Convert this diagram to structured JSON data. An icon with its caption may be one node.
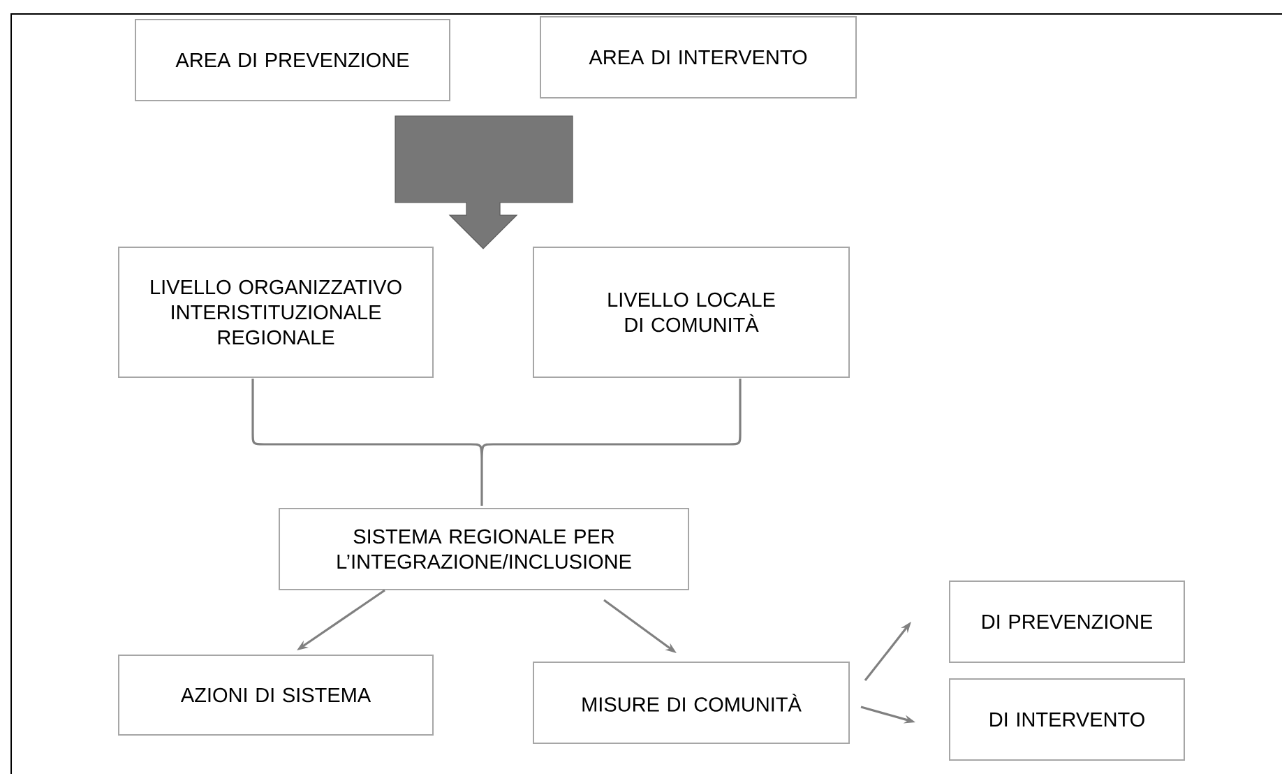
{
  "diagram": {
    "nodes": [
      {
        "text": [
          "AREA DI PREVENZIONE"
        ]
      },
      {
        "text": [
          "AREA DI INTERVENTO"
        ]
      },
      {
        "text": [
          "LIVELLO ORGANIZZATIVO INTERISTITUZIONALE REGIONALE"
        ]
      },
      {
        "text": [
          "LIVELLO LOCALE DI COMUNITÀ"
        ]
      },
      {
        "text": [
          "SISTEMA REGIONALE PER L’INTEGRAZIONE/INCLUSIONE"
        ]
      },
      {
        "text": [
          "AZIONI DI SISTEMA"
        ]
      },
      {
        "text": [
          "MISURE DI COMUNITÀ"
        ]
      },
      {
        "text": [
          "DI PREVENZIONE"
        ]
      },
      {
        "text": [
          "DI INTERVENTO"
        ]
      }
    ],
    "edges": [
      {
        "from": 4,
        "to": 5,
        "arrow": "to"
      },
      {
        "from": 4,
        "to": 6,
        "arrow": "to"
      },
      {
        "from": 6,
        "to": 7,
        "arrow": "to"
      },
      {
        "from": 6,
        "to": 8,
        "arrow": "to"
      }
    ]
  }
}
